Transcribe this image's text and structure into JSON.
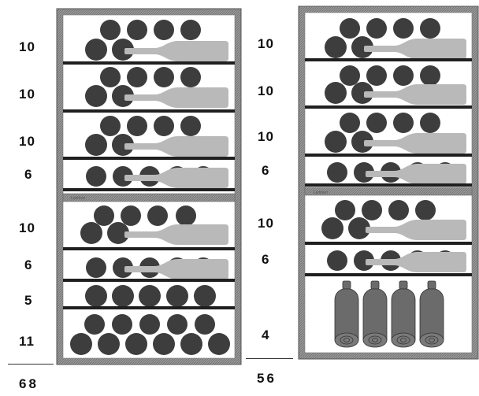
{
  "left_cabinet": {
    "shelf_counts": [
      "10",
      "10",
      "10",
      "6",
      "10",
      "6",
      "5",
      "11"
    ],
    "divider_text": "Liebherr",
    "total": "68"
  },
  "right_cabinet": {
    "shelf_counts": [
      "10",
      "10",
      "10",
      "6",
      "10",
      "6",
      "4"
    ],
    "divider_text": "Liebherr",
    "total": "56"
  },
  "colors": {
    "frame": "#8e8e8e",
    "interior": "#ffffff",
    "shelf": "#1f1f1f",
    "bottle_end": "#3d3d3d",
    "bottle_side": "#b9b9b9",
    "standing_bottle": "#6b6b6b"
  }
}
